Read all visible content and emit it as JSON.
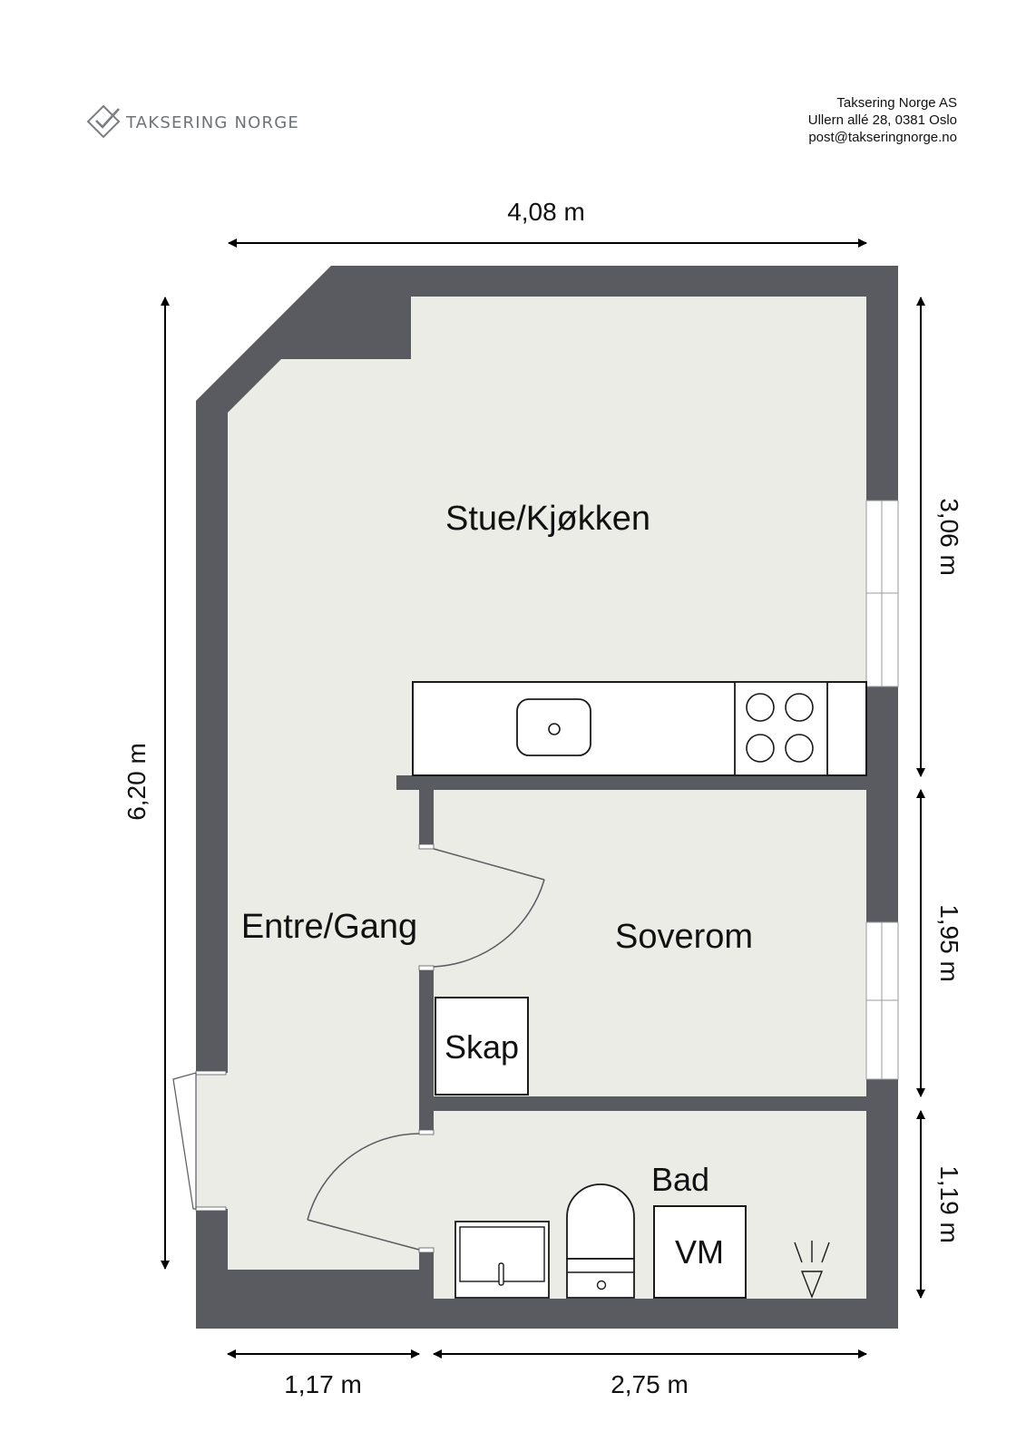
{
  "header": {
    "logo_text": "TAKSERING NORGE",
    "company_name": "Taksering Norge AS",
    "address": "Ullern allé 28, 0381 Oslo",
    "email": "post@takseringnorge.no"
  },
  "rooms": {
    "living_kitchen": "Stue/Kjøkken",
    "hallway": "Entre/Gang",
    "bedroom": "Soverom",
    "closet": "Skap",
    "bathroom": "Bad",
    "washing_machine": "VM"
  },
  "dimensions": {
    "total_width": "4,08 m",
    "total_height": "6,20 m",
    "living_height": "3,06 m",
    "bedroom_height": "1,95 m",
    "bath_height": "1,19 m",
    "bottom_left_width": "1,17 m",
    "bottom_right_width": "2,75 m"
  },
  "colors": {
    "wall": "#5a5b60",
    "floor": "#ebece6",
    "dimension_line": "#000000"
  }
}
